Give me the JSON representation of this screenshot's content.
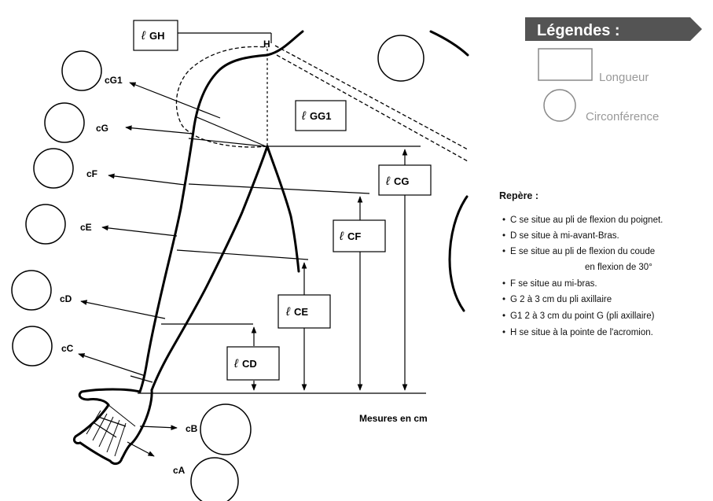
{
  "legend": {
    "title": "Légendes :",
    "items": [
      {
        "shape": "rectangle",
        "label": "Longueur"
      },
      {
        "shape": "circle",
        "label": "Circonférence"
      }
    ]
  },
  "landmarks": {
    "title": "Repère :",
    "bullet": "•",
    "items": [
      "C  se situe au pli de flexion du poignet.",
      "D  se situe à mi-avant-Bras.",
      "E  se situe au pli de flexion du coude",
      "en flexion de 30°",
      "F  se situe au mi-bras.",
      "G  2 à 3 cm du pli axillaire",
      "G1 2 à 3 cm du point G (pli axillaire)",
      "H  se situe à la pointe de l'acromion."
    ]
  },
  "circumferences": [
    "cG1",
    "cG",
    "cF",
    "cE",
    "cD",
    "cC",
    "cB",
    "cA"
  ],
  "lengths": [
    "GH",
    "GG1",
    "CG",
    "CF",
    "CE",
    "CD"
  ],
  "length_symbol": "ℓ",
  "point_h": "H",
  "units_note": "Mesures en cm",
  "colors": {
    "legend_banner": "#545454",
    "legend_text": "#9a9a9a",
    "ink": "#000000"
  }
}
